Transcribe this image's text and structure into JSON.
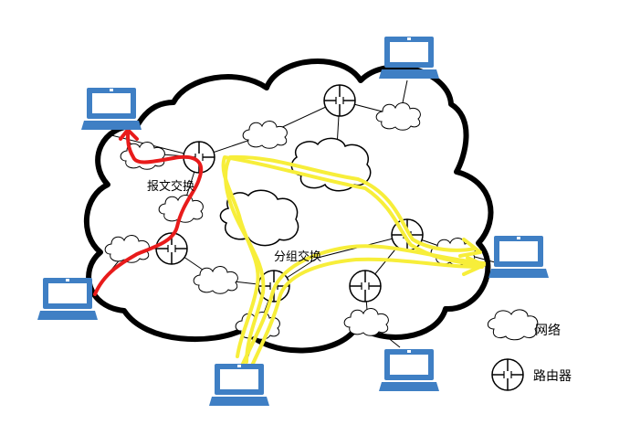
{
  "labels": {
    "message_switching": "报文交换",
    "packet_switching": "分组交换"
  },
  "legend": {
    "network": "网络",
    "router": "路由器"
  },
  "colors": {
    "computer": "#3f7fc4",
    "message_path": "#e81b1b",
    "packet_path": "#f7ee3a",
    "outline": "#000000"
  },
  "icons": [
    "cloud-icon",
    "router-icon",
    "computer-icon"
  ]
}
